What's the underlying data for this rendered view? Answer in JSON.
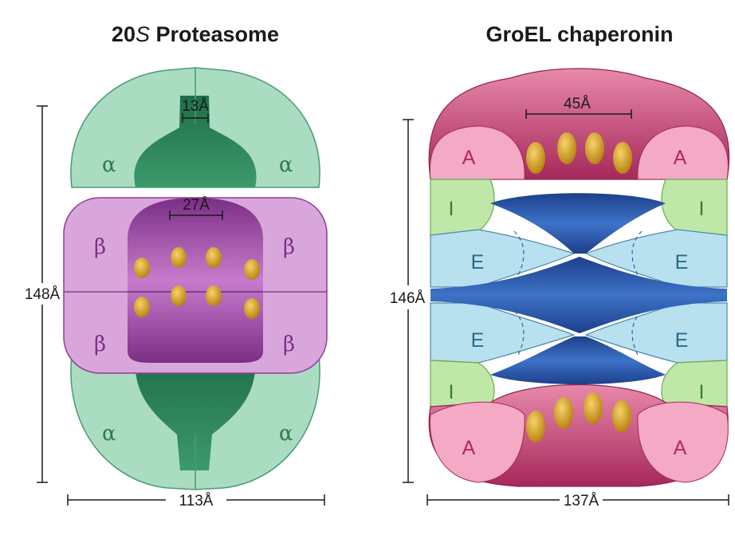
{
  "proteasome": {
    "title_prefix": "20",
    "title_italic": "S",
    "title_suffix": " Proteasome",
    "height_label": "148Å",
    "width_label": "113Å",
    "entrance_label": "13Å",
    "chamber_label": "27Å",
    "alpha_label": "α",
    "beta_label": "β",
    "colors": {
      "alpha": "#a9dcc0",
      "alpha_dark": "#2f8a5c",
      "beta": "#d9a6dc",
      "beta_dark": "#8e3f94",
      "site": "#d9a21e"
    }
  },
  "groel": {
    "title": "GroEL chaperonin",
    "height_label": "146Å",
    "width_label": "137Å",
    "cavity_label": "45Å",
    "apical_label": "A",
    "intermediate_label": "I",
    "equatorial_label": "E",
    "colors": {
      "apical": "#ee97b3",
      "apical_dark": "#c23a6a",
      "intermediate": "#bfe8a8",
      "equatorial": "#b8e0ee",
      "cavity": "#2f5fb0",
      "site": "#d9a21e"
    }
  }
}
